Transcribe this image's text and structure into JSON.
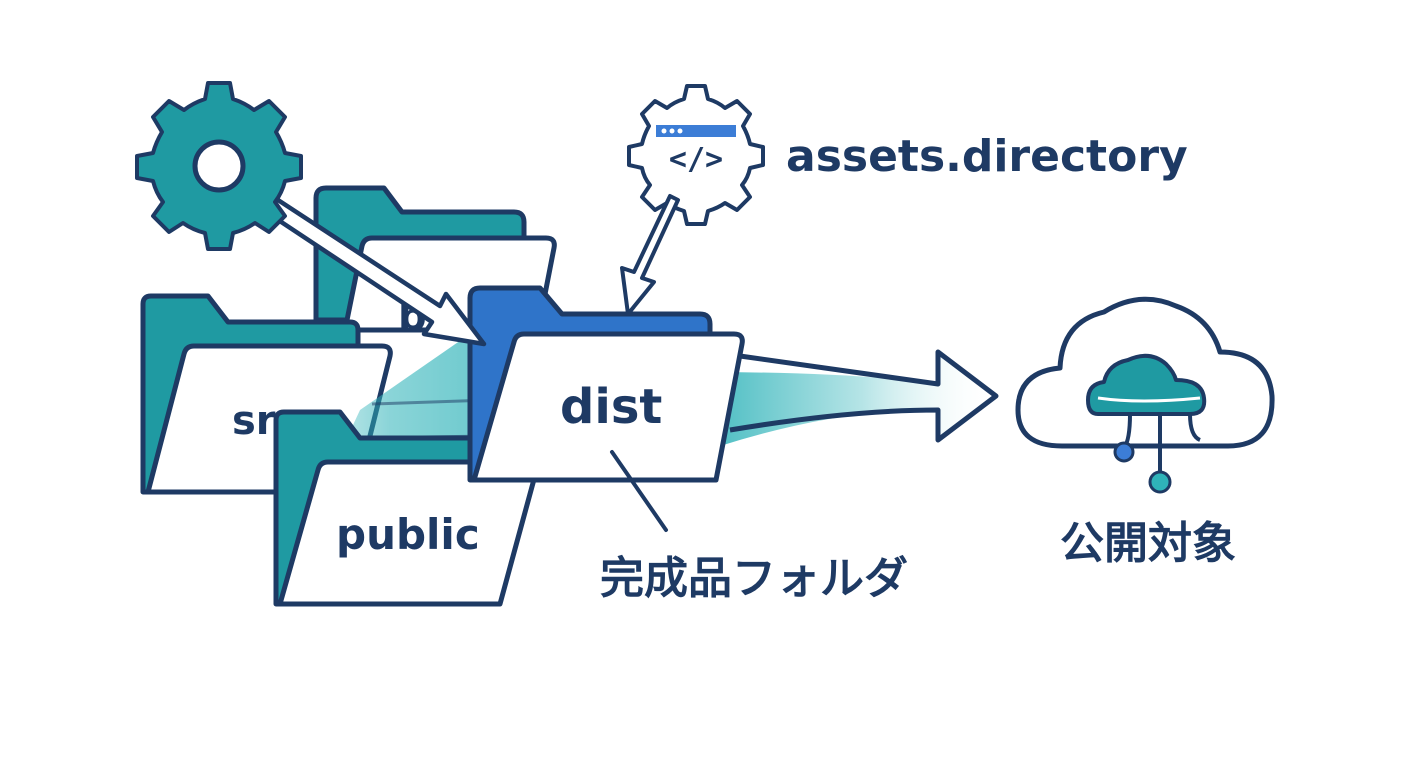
{
  "folders": {
    "src": "src",
    "back": "bu",
    "public": "public",
    "dist": "dist"
  },
  "config_label": "assets.directory",
  "dist_caption": "完成品フォルダ",
  "cloud_caption": "公開対象",
  "icons": [
    "gear-icon",
    "code-gear-icon",
    "cloud-icon",
    "folder-icon",
    "arrow-icon"
  ],
  "colors": {
    "teal": "#1f9aa2",
    "teal_light": "#2fb3b9",
    "blue": "#2f74c9",
    "navy": "#1e3a64",
    "code_blue": "#3c7dd6"
  }
}
